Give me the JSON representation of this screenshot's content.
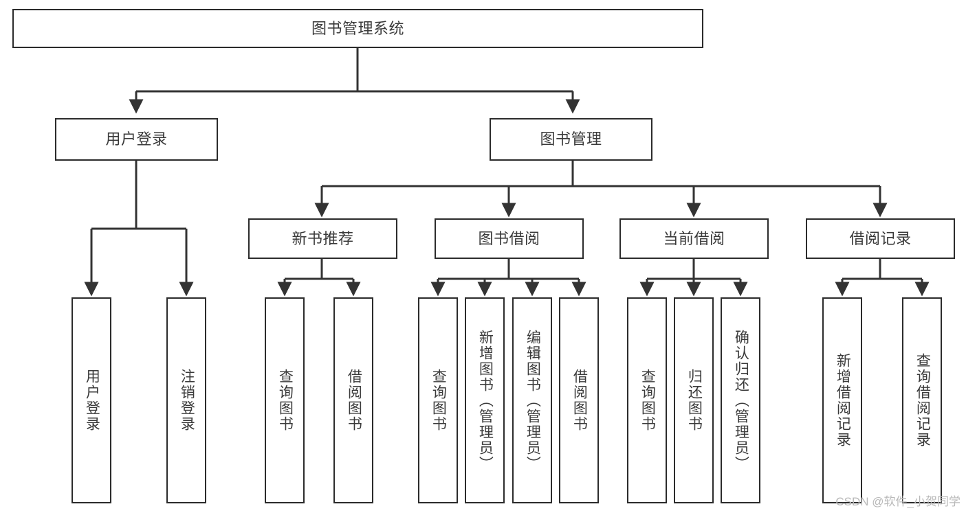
{
  "diagram": {
    "type": "hierarchy-tree",
    "title": "图书管理系统",
    "orientation": "top-down",
    "colors": {
      "box_border": "#2b2b2b",
      "box_fill": "#ffffff",
      "connector": "#333333",
      "text": "#3a3a3a",
      "watermark": "#b9b9b9"
    },
    "root": {
      "id": "root",
      "label": "图书管理系统"
    },
    "level2": [
      {
        "id": "user-login",
        "label": "用户登录"
      },
      {
        "id": "book-manage",
        "label": "图书管理"
      }
    ],
    "level3": [
      {
        "id": "new-book-recommend",
        "label": "新书推荐"
      },
      {
        "id": "book-borrow",
        "label": "图书借阅"
      },
      {
        "id": "current-borrow",
        "label": "当前借阅"
      },
      {
        "id": "borrow-record",
        "label": "借阅记录"
      }
    ],
    "leaves": {
      "user_login": [
        {
          "id": "leaf-user-login",
          "label": "用户登录"
        },
        {
          "id": "leaf-user-logout",
          "label": "注销登录"
        }
      ],
      "new_book_recommend": [
        {
          "id": "leaf-query-book-1",
          "label": "查询图书"
        },
        {
          "id": "leaf-borrow-book-1",
          "label": "借阅图书"
        }
      ],
      "book_borrow": [
        {
          "id": "leaf-query-book-2",
          "label": "查询图书"
        },
        {
          "id": "leaf-add-book",
          "label": "新增图书（管理员）"
        },
        {
          "id": "leaf-edit-book",
          "label": "编辑图书（管理员）"
        },
        {
          "id": "leaf-borrow-book-2",
          "label": "借阅图书"
        }
      ],
      "current_borrow": [
        {
          "id": "leaf-query-book-3",
          "label": "查询图书"
        },
        {
          "id": "leaf-return-book",
          "label": "归还图书"
        },
        {
          "id": "leaf-confirm-return",
          "label": "确认归还（管理员）"
        }
      ],
      "borrow_record": [
        {
          "id": "leaf-add-record",
          "label": "新增借阅记录"
        },
        {
          "id": "leaf-query-record",
          "label": "查询借阅记录"
        }
      ]
    }
  },
  "watermark": {
    "text": "CSDN @软件_小贺同学"
  }
}
